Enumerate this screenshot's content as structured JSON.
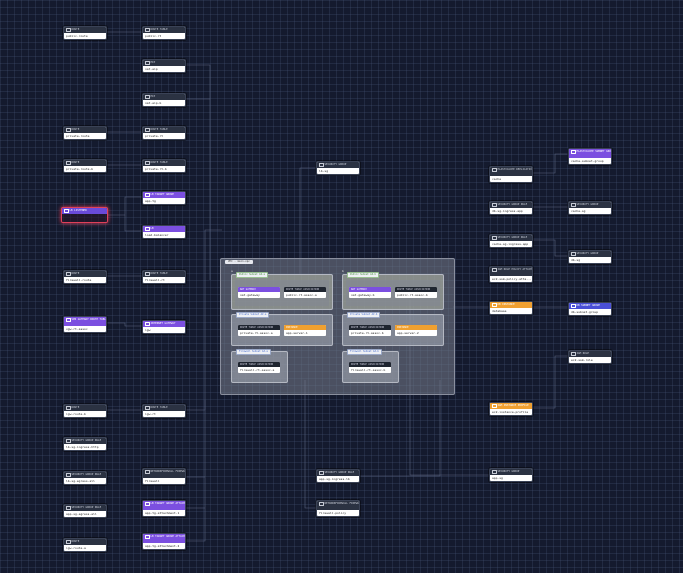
{
  "colors": {
    "background": "#141a2e",
    "node_header_default": "#2b3242",
    "node_header_purple": "#7b4fe0",
    "node_header_orange": "#f0a030",
    "node_header_blue": "#4a4fd6",
    "error_border": "#e0405a"
  },
  "nodes": {
    "public_route": {
      "type": "ROUTE",
      "name": "public-route",
      "icon": "route-icon"
    },
    "public_rt": {
      "type": "ROUTE TABLE",
      "name": "public-rt",
      "icon": "route-table-icon"
    },
    "nat_eip": {
      "type": "EIP",
      "name": "nat-eip",
      "icon": "eip-icon"
    },
    "nat_eip_b": {
      "type": "EIP",
      "name": "nat-eip-b",
      "icon": "eip-icon"
    },
    "private_route": {
      "type": "ROUTE",
      "name": "private-route",
      "icon": "route-icon"
    },
    "private_rt": {
      "type": "ROUTE TABLE",
      "name": "private-rt",
      "icon": "route-table-icon"
    },
    "private_route_b": {
      "type": "ROUTE",
      "name": "private-route-b",
      "icon": "route-icon"
    },
    "private_rt_b": {
      "type": "ROUTE TABLE",
      "name": "private-rt-b",
      "icon": "route-table-icon"
    },
    "lb_listener": {
      "type": "LB LISTENER",
      "name": "",
      "icon": "listener-icon"
    },
    "lb_target_group": {
      "type": "LB TARGET GROUP",
      "name": "app-tg",
      "icon": "target-group-icon"
    },
    "lb": {
      "type": "LB",
      "name": "load-balancer",
      "icon": "load-balancer-icon"
    },
    "firewall_route": {
      "type": "ROUTE",
      "name": "firewall-route",
      "icon": "route-icon"
    },
    "firewall_rt": {
      "type": "ROUTE TABLE",
      "name": "firewall-rt",
      "icon": "route-table-icon"
    },
    "vpn_gw_rt_assoc": {
      "type": "VPN GATEWAY ROUTE TABLE ASSOCIATION",
      "name": "vgw-rt-assoc",
      "icon": "vpn-gateway-icon"
    },
    "internet_gateway": {
      "type": "INTERNET GATEWAY",
      "name": "igw",
      "icon": "internet-gateway-icon"
    },
    "igw_route_b": {
      "type": "ROUTE",
      "name": "igw-route-b",
      "icon": "route-icon"
    },
    "igw_rt": {
      "type": "ROUTE TABLE",
      "name": "igw-rt",
      "icon": "route-table-icon"
    },
    "lb_sg_ingress_http": {
      "type": "SECURITY GROUP RULE",
      "name": "lb-sg-ingress-http",
      "icon": "security-group-rule-icon"
    },
    "lb_sg_egress_all": {
      "type": "SECURITY GROUP RULE",
      "name": "lb-sg-egress-all",
      "icon": "security-group-rule-icon"
    },
    "app_sg_egress_all": {
      "type": "SECURITY GROUP RULE",
      "name": "app-sg-egress-all",
      "icon": "security-group-rule-icon"
    },
    "igw_route_a": {
      "type": "ROUTE",
      "name": "igw-route-a",
      "icon": "route-icon"
    },
    "network_firewall": {
      "type": "NETWORKFIREWALL FIREWALL",
      "name": "firewall",
      "icon": "firewall-icon"
    },
    "tg_attachment_1": {
      "type": "LB TARGET GROUP ATTACHMENT",
      "name": "app-tg-attachment-1",
      "icon": "target-group-icon"
    },
    "tg_attachment_2": {
      "type": "LB TARGET GROUP ATTACHMENT",
      "name": "app-tg-attachment-2",
      "icon": "target-group-icon"
    },
    "lb_sg": {
      "type": "SECURITY GROUP",
      "name": "lb-sg",
      "icon": "security-group-icon"
    },
    "app_sg_ingress_lb": {
      "type": "SECURITY GROUP RULE",
      "name": "app-sg-ingress-lb",
      "icon": "security-group-rule-icon"
    },
    "firewall_policy": {
      "type": "NETWORKFIREWALL FIREWALL POLICY",
      "name": "firewall-policy",
      "icon": "firewall-policy-icon"
    },
    "elasticache_rg": {
      "type": "ELASTICACHE REPLICATION GROUP",
      "name": "cache",
      "icon": "elasticache-icon"
    },
    "elasticache_subnet_group": {
      "type": "ELASTICACHE SUBNET GROUP",
      "name": "cache-subnet-group",
      "icon": "subnet-group-icon"
    },
    "db_sg_ingress_app": {
      "type": "SECURITY GROUP RULE",
      "name": "db-sg-ingress-app",
      "icon": "security-group-rule-icon"
    },
    "cache_sg": {
      "type": "SECURITY GROUP",
      "name": "cache-sg",
      "icon": "security-group-icon"
    },
    "cache_sg_ingress_app": {
      "type": "SECURITY GROUP RULE",
      "name": "cache-sg-ingress-app",
      "icon": "security-group-rule-icon"
    },
    "db_sg": {
      "type": "SECURITY GROUP",
      "name": "db-sg",
      "icon": "security-group-icon"
    },
    "iam_role_policy_attachment": {
      "type": "IAM ROLE POLICY ATTACHMENT",
      "name": "ec2-ssm-policy-atta...",
      "icon": "iam-icon"
    },
    "db_instance": {
      "type": "DB INSTANCE",
      "name": "database",
      "icon": "database-icon"
    },
    "db_subnet_group": {
      "type": "DB SUBNET GROUP",
      "name": "db-subnet-group",
      "icon": "subnet-group-icon"
    },
    "iam_role": {
      "type": "IAM ROLE",
      "name": "ec2-ssm-role",
      "icon": "iam-icon"
    },
    "iam_instance_profile": {
      "type": "IAM INSTANCE PROFILE",
      "name": "ec2-instance-profile",
      "icon": "iam-icon"
    },
    "app_sg": {
      "type": "SECURITY GROUP",
      "name": "app-sg",
      "icon": "security-group-icon"
    }
  },
  "vpc": {
    "label": "VPC · main-vpc",
    "az_a": {
      "marker": "a",
      "public_subnet": {
        "label": "Public Subnet AZ-a",
        "nat": {
          "type": "NAT GATEWAY",
          "name": "nat-gateway"
        },
        "rta": {
          "type": "ROUTE TABLE ASSOCIATION",
          "name": "public-rt-assoc-a"
        }
      },
      "private_subnet": {
        "label": "Private Subnet AZ-a",
        "rta": {
          "type": "ROUTE TABLE ASSOCIATION",
          "name": "private-rt-assoc-a"
        },
        "instance": {
          "type": "INSTANCE",
          "name": "app-server-1"
        }
      },
      "firewall_subnet": {
        "label": "Firewall Subnet AZ-a",
        "rta": {
          "type": "ROUTE TABLE ASSOCIATION",
          "name": "firewall-rt-assoc-a"
        }
      }
    },
    "az_b": {
      "marker": "b",
      "public_subnet": {
        "label": "Public Subnet AZ-b",
        "nat": {
          "type": "NAT GATEWAY",
          "name": "nat-gateway-b"
        },
        "rta": {
          "type": "ROUTE TABLE ASSOCIATION",
          "name": "public-rt-assoc-b"
        }
      },
      "private_subnet": {
        "label": "Private Subnet AZ-b",
        "rta": {
          "type": "ROUTE TABLE ASSOCIATION",
          "name": "private-rt-assoc-b"
        },
        "instance": {
          "type": "INSTANCE",
          "name": "app-server-2"
        }
      },
      "firewall_subnet": {
        "label": "Firewall Subnet AZ-b",
        "rta": {
          "type": "ROUTE TABLE ASSOCIATION",
          "name": "firewall-rt-assoc-b"
        }
      }
    }
  }
}
